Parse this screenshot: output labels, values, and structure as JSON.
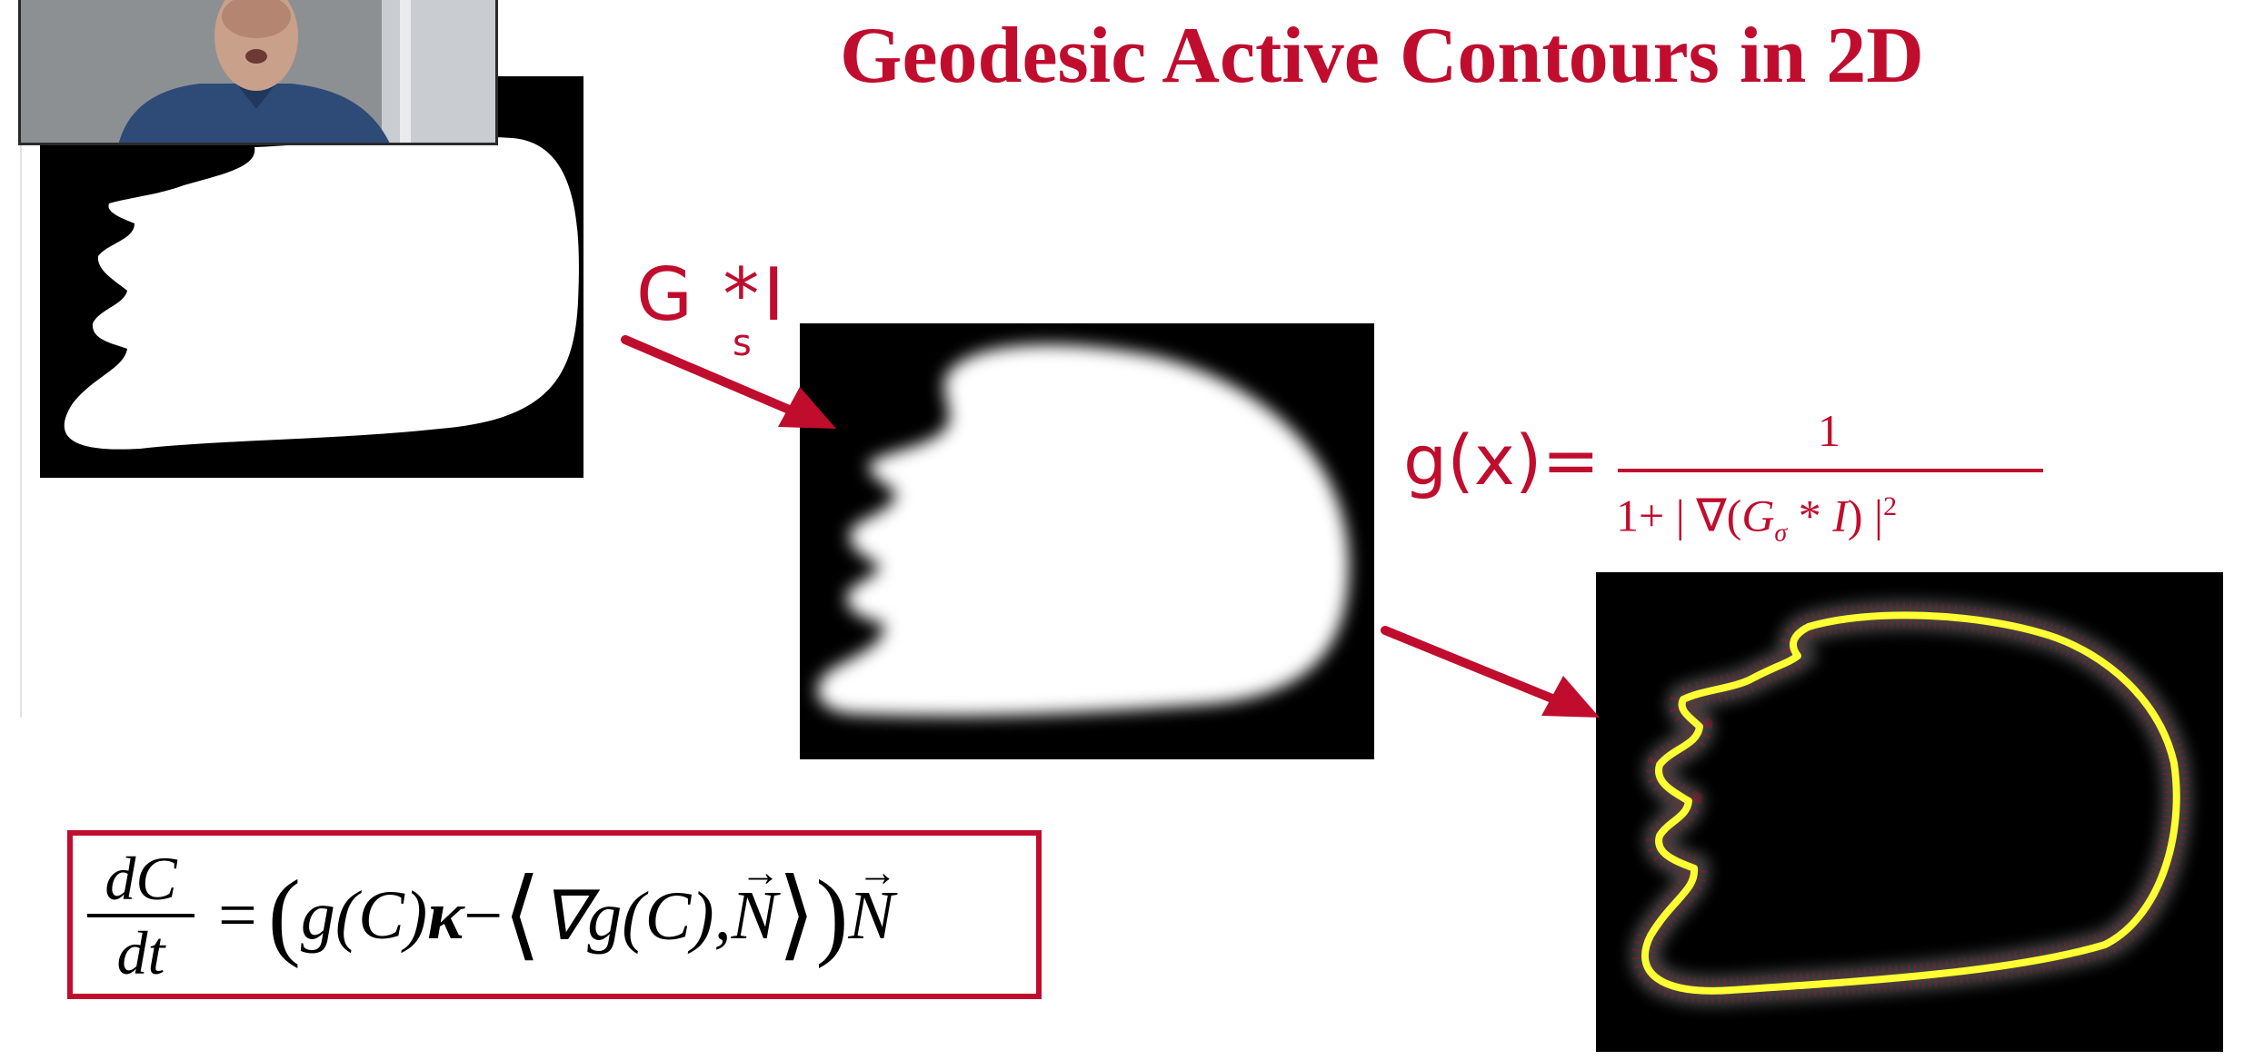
{
  "slide": {
    "title": "Geodesic Active Contours in 2D",
    "accent_color": "#c00d2e",
    "contour_color": "#ffff33"
  },
  "annotations": {
    "blur_op_main": "G *I",
    "blur_op_sub": "s",
    "edge_fn_lhs": "g(x)="
  },
  "edge_formula": {
    "numerator": "1",
    "denominator_pre": "1+ | ∇(",
    "G": "G",
    "sigma": "σ",
    "star": " * ",
    "I": "I",
    "post": ") |",
    "exp": "2"
  },
  "evolution_equation": {
    "lhs_num": "dC",
    "lhs_den": "dt",
    "equals": "=",
    "open_paren": "(",
    "g_of_c": "g(C)",
    "kappa": "κ",
    "minus": " − ",
    "open_angle": "⟨",
    "grad_g": "∇g(C),",
    "N": "N",
    "close_angle": "⟩",
    "close_paren": ")"
  },
  "panels": {
    "original": "binary-shape-image",
    "smoothed": "smoothed-shape-image",
    "result": "contour-result-image"
  }
}
